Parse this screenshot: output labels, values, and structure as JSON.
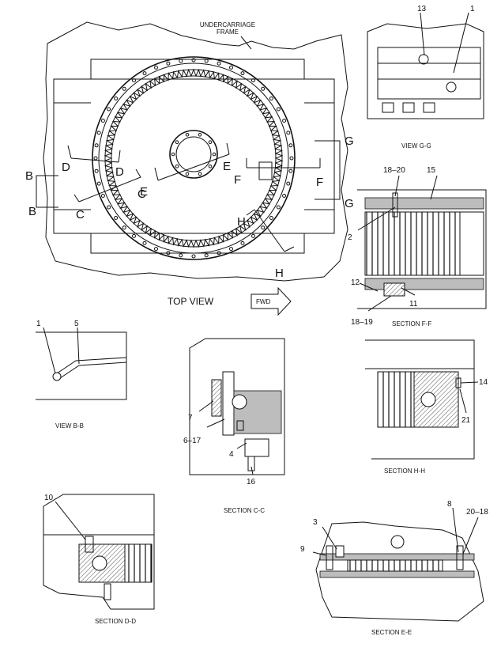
{
  "top_view": {
    "title": "TOP VIEW",
    "frame_label_1": "UNDERCARRIAGE",
    "frame_label_2": "FRAME",
    "fwd_label": "FWD",
    "section_letters": {
      "b_top": "B",
      "b_bot": "B",
      "c_right": "C",
      "c_left": "C",
      "d_left": "D",
      "d_right": "D",
      "e_left": "E",
      "e_right": "E",
      "f_left": "F",
      "f_right": "F",
      "g_top": "G",
      "g_bot": "G",
      "h_left": "H",
      "h_right": "H"
    }
  },
  "view_g": {
    "title": "VIEW G-G",
    "callouts": [
      "13",
      "1"
    ]
  },
  "section_f": {
    "title": "SECTION F-F",
    "callouts": [
      "18–20",
      "15",
      "2",
      "12",
      "11",
      "18–19"
    ]
  },
  "view_b": {
    "title": "VIEW B-B",
    "callouts": [
      "1",
      "5"
    ]
  },
  "section_c": {
    "title": "SECTION C-C",
    "callouts": [
      "7",
      "6–17",
      "4",
      "16"
    ]
  },
  "section_h": {
    "title": "SECTION H-H",
    "callouts": [
      "14",
      "21"
    ]
  },
  "section_d": {
    "title": "SECTION D-D",
    "callouts": [
      "10"
    ]
  },
  "section_e": {
    "title": "SECTION E-E",
    "callouts": [
      "3",
      "8",
      "20–18",
      "9"
    ]
  }
}
